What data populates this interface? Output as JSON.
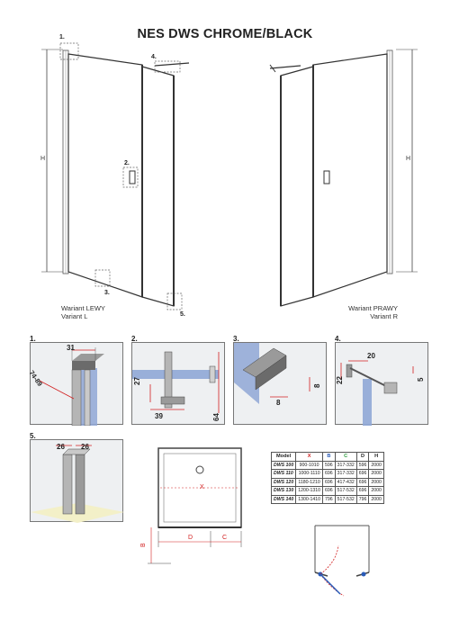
{
  "title": "NES DWS CHROME/BLACK",
  "variants": {
    "left": {
      "line1": "Wariant LEWY",
      "line2": "Variant L"
    },
    "right": {
      "line1": "Wariant PRAWY",
      "line2": "Variant R"
    }
  },
  "height_label": "H",
  "callouts": [
    "1.",
    "2.",
    "3.",
    "4.",
    "5."
  ],
  "details": {
    "d1": {
      "label": "1.",
      "dims": [
        "31",
        "74-89"
      ]
    },
    "d2": {
      "label": "2.",
      "dims": [
        "27",
        "39",
        "64"
      ]
    },
    "d3": {
      "label": "3.",
      "dims": [
        "8",
        "8"
      ]
    },
    "d4": {
      "label": "4.",
      "dims": [
        "20",
        "22",
        "5"
      ]
    },
    "d5": {
      "label": "5.",
      "dims": [
        "26",
        "26"
      ]
    }
  },
  "plan_labels": {
    "x": "X",
    "b": "B",
    "d": "D",
    "c": "C"
  },
  "table": {
    "headers": [
      "Model",
      "X",
      "B",
      "C",
      "D",
      "H"
    ],
    "rows": [
      [
        "DWS 100",
        "900-1010",
        "596",
        "317-332",
        "596",
        "2000"
      ],
      [
        "DWS 110",
        "1000-1110",
        "696",
        "317-332",
        "696",
        "2000"
      ],
      [
        "DWS 120",
        "1180-1210",
        "696",
        "417-432",
        "696",
        "2000"
      ],
      [
        "DWS 130",
        "1200-1310",
        "696",
        "517-532",
        "696",
        "2000"
      ],
      [
        "DWS 140",
        "1300-1410",
        "796",
        "517-532",
        "796",
        "2000"
      ]
    ]
  },
  "colors": {
    "accent_red": "#d22020",
    "glass_blue": "#8fa7d6",
    "profile_grey": "#9a9a9a",
    "tile": "#eef0f2"
  }
}
